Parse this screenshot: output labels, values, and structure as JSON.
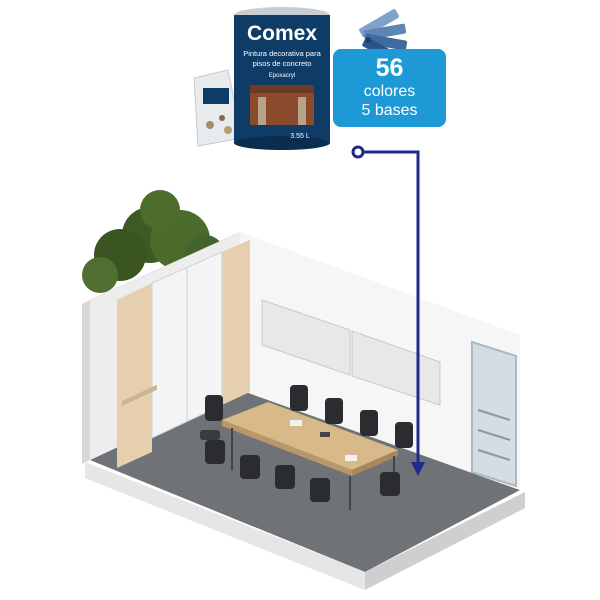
{
  "product": {
    "brand": "Comex",
    "description_line1": "Pintura decorativa para",
    "description_line2": "pisos de concreto",
    "sub_brand": "Epoxacryl",
    "volume": "3.55 L"
  },
  "callout": {
    "count": "56",
    "colors_label": "colores",
    "bases_label": "5 bases"
  },
  "colors": {
    "can_blue": "#0e3c66",
    "callout_blue": "#1d9ad6",
    "pointer_line": "#1f2a8f",
    "floor": "#6f7276",
    "table_wood": "#d7b98a",
    "wall_wood": "#e6cfae"
  },
  "icons": [
    "color-swatch-fan-icon"
  ]
}
